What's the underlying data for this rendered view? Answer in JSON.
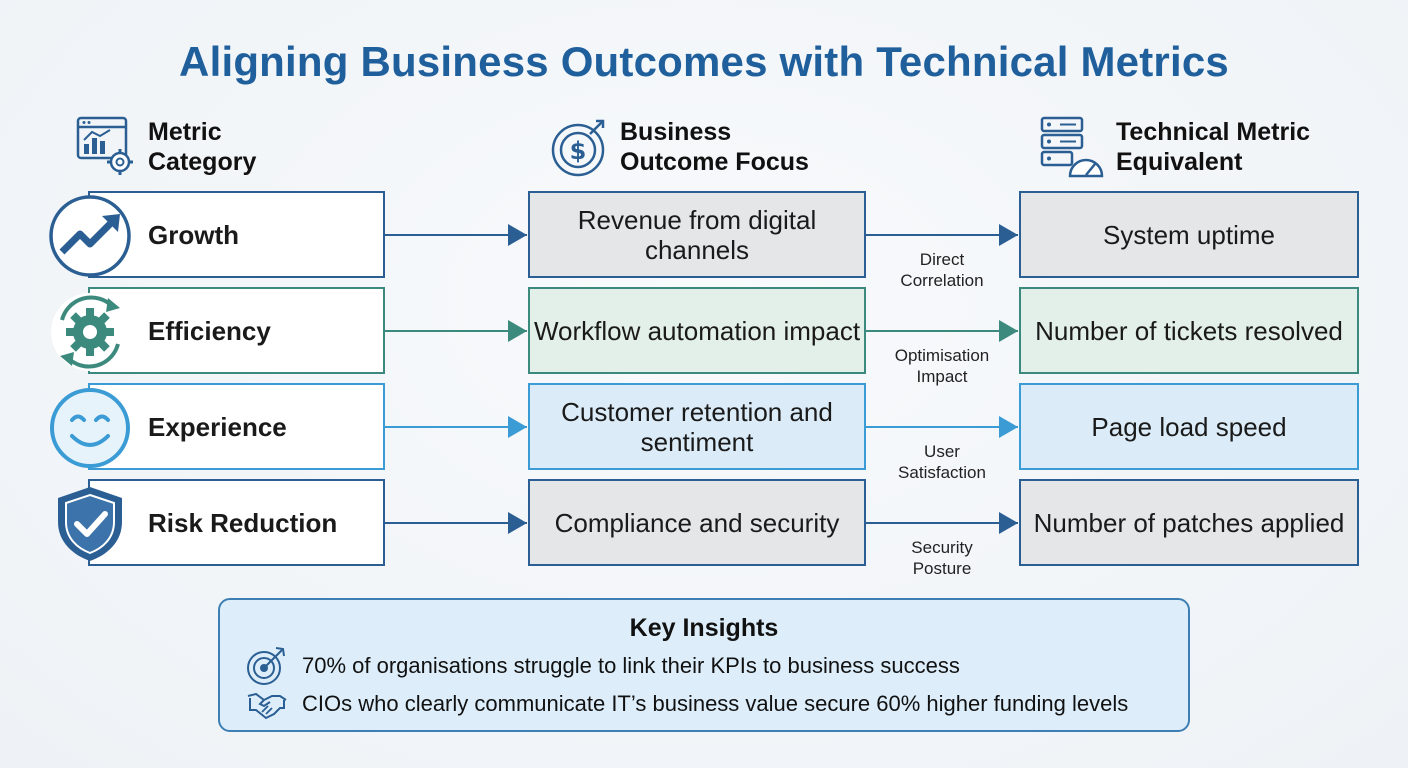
{
  "title": "Aligning Business Outcomes with Technical Metrics",
  "columns": {
    "category": "Metric\nCategory",
    "business": "Business\nOutcome Focus",
    "technical": "Technical Metric\nEquivalent"
  },
  "rows": [
    {
      "category": "Growth",
      "outcome": "Revenue from digital channels",
      "metric": "System uptime",
      "link": "Direct\nCorrelation",
      "color": "#2b5f94",
      "fill": "gray",
      "icon": "trend-up-icon"
    },
    {
      "category": "Efficiency",
      "outcome": "Workflow automation impact",
      "metric": "Number of tickets resolved",
      "link": "Optimisation\nImpact",
      "color": "#3b8a7d",
      "fill": "green",
      "icon": "gear-cycle-icon"
    },
    {
      "category": "Experience",
      "outcome": "Customer retention and sentiment",
      "metric": "Page load speed",
      "link": "User\nSatisfaction",
      "color": "#3a9bd5",
      "fill": "blue",
      "icon": "smiley-icon"
    },
    {
      "category": "Risk Reduction",
      "outcome": "Compliance and security",
      "metric": "Number of patches applied",
      "link": "Security\nPosture",
      "color": "#2b5f94",
      "fill": "gray",
      "icon": "shield-check-icon"
    }
  ],
  "insights": {
    "title": "Key Insights",
    "items": [
      {
        "text": "70% of organisations struggle to link their KPIs to business success",
        "icon": "target-icon"
      },
      {
        "text": "CIOs who clearly communicate IT’s business value secure 60% higher funding levels",
        "icon": "handshake-icon"
      }
    ]
  }
}
